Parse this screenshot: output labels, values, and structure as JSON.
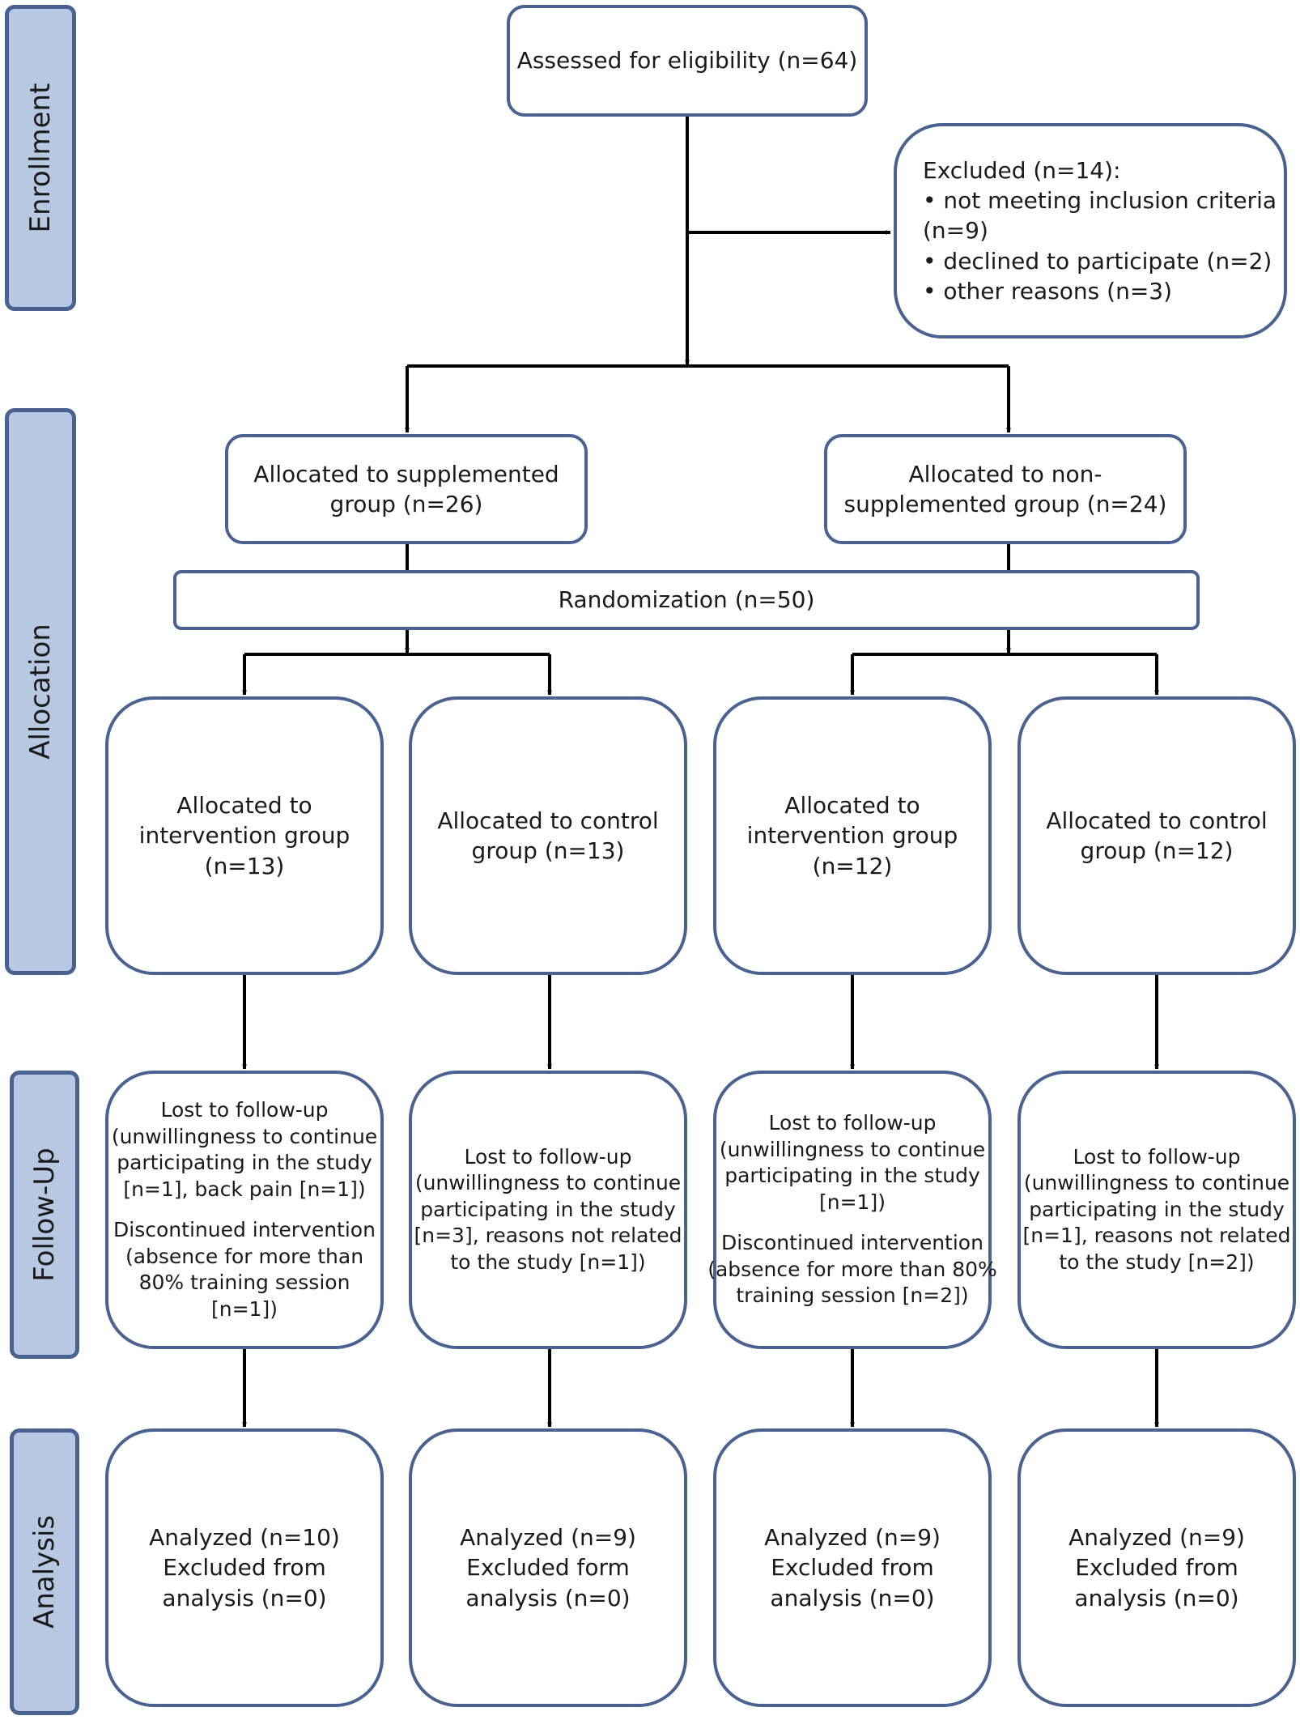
{
  "colors": {
    "border": "#4a6191",
    "stage_fill": "#b8c8e2",
    "box_fill": "#ffffff",
    "connector": "#000000"
  },
  "stages": {
    "enrollment": "Enrollment",
    "allocation": "Allocation",
    "follow_up": "Follow-Up",
    "analysis": "Analysis"
  },
  "enrollment": {
    "assessed": "Assessed for eligibility (n=64)",
    "excluded": {
      "title": "Excluded (n=14):",
      "lines": [
        "• not meeting inclusion criteria",
        "(n=9)",
        "• declined to participate (n=2)",
        "• other reasons (n=3)"
      ]
    }
  },
  "allocation": {
    "supplemented": [
      "Allocated to supplemented",
      "group (n=26)"
    ],
    "non_supplemented": [
      "Allocated to non-",
      "supplemented group (n=24)"
    ],
    "randomization": "Randomization (n=50)",
    "groups": [
      [
        "Allocated to",
        "intervention group",
        "(n=13)"
      ],
      [
        "Allocated to control",
        "group (n=13)"
      ],
      [
        "Allocated to",
        "intervention group",
        "(n=12)"
      ],
      [
        "Allocated to control",
        "group (n=12)"
      ]
    ]
  },
  "follow_up": {
    "boxes": [
      {
        "lost": [
          "Lost to follow-up",
          "(unwillingness to continue",
          "participating in the study",
          "[n=1], back pain [n=1])"
        ],
        "discontinued": [
          "Discontinued intervention",
          "(absence for more than",
          "80% training session",
          "[n=1])"
        ]
      },
      {
        "lost": [
          "Lost to follow-up",
          "(unwillingness to continue",
          "participating in the study",
          "[n=3], reasons not related",
          "to the study [n=1])"
        ],
        "discontinued": []
      },
      {
        "lost": [
          "Lost to follow-up",
          "(unwillingness to continue",
          "participating in the study",
          "[n=1])"
        ],
        "discontinued": [
          "Discontinued intervention",
          "(absence for more than 80%",
          "training session [n=2])"
        ]
      },
      {
        "lost": [
          "Lost to follow-up",
          "(unwillingness to continue",
          "participating in the study",
          "[n=1], reasons not related",
          "to the study [n=2])"
        ],
        "discontinued": []
      }
    ]
  },
  "analysis": {
    "boxes": [
      [
        "Analyzed (n=10)",
        "Excluded from",
        "analysis (n=0)"
      ],
      [
        "Analyzed (n=9)",
        "Excluded form",
        "analysis (n=0)"
      ],
      [
        "Analyzed (n=9)",
        "Excluded from",
        "analysis (n=0)"
      ],
      [
        "Analyzed (n=9)",
        "Excluded from",
        "analysis (n=0)"
      ]
    ]
  }
}
